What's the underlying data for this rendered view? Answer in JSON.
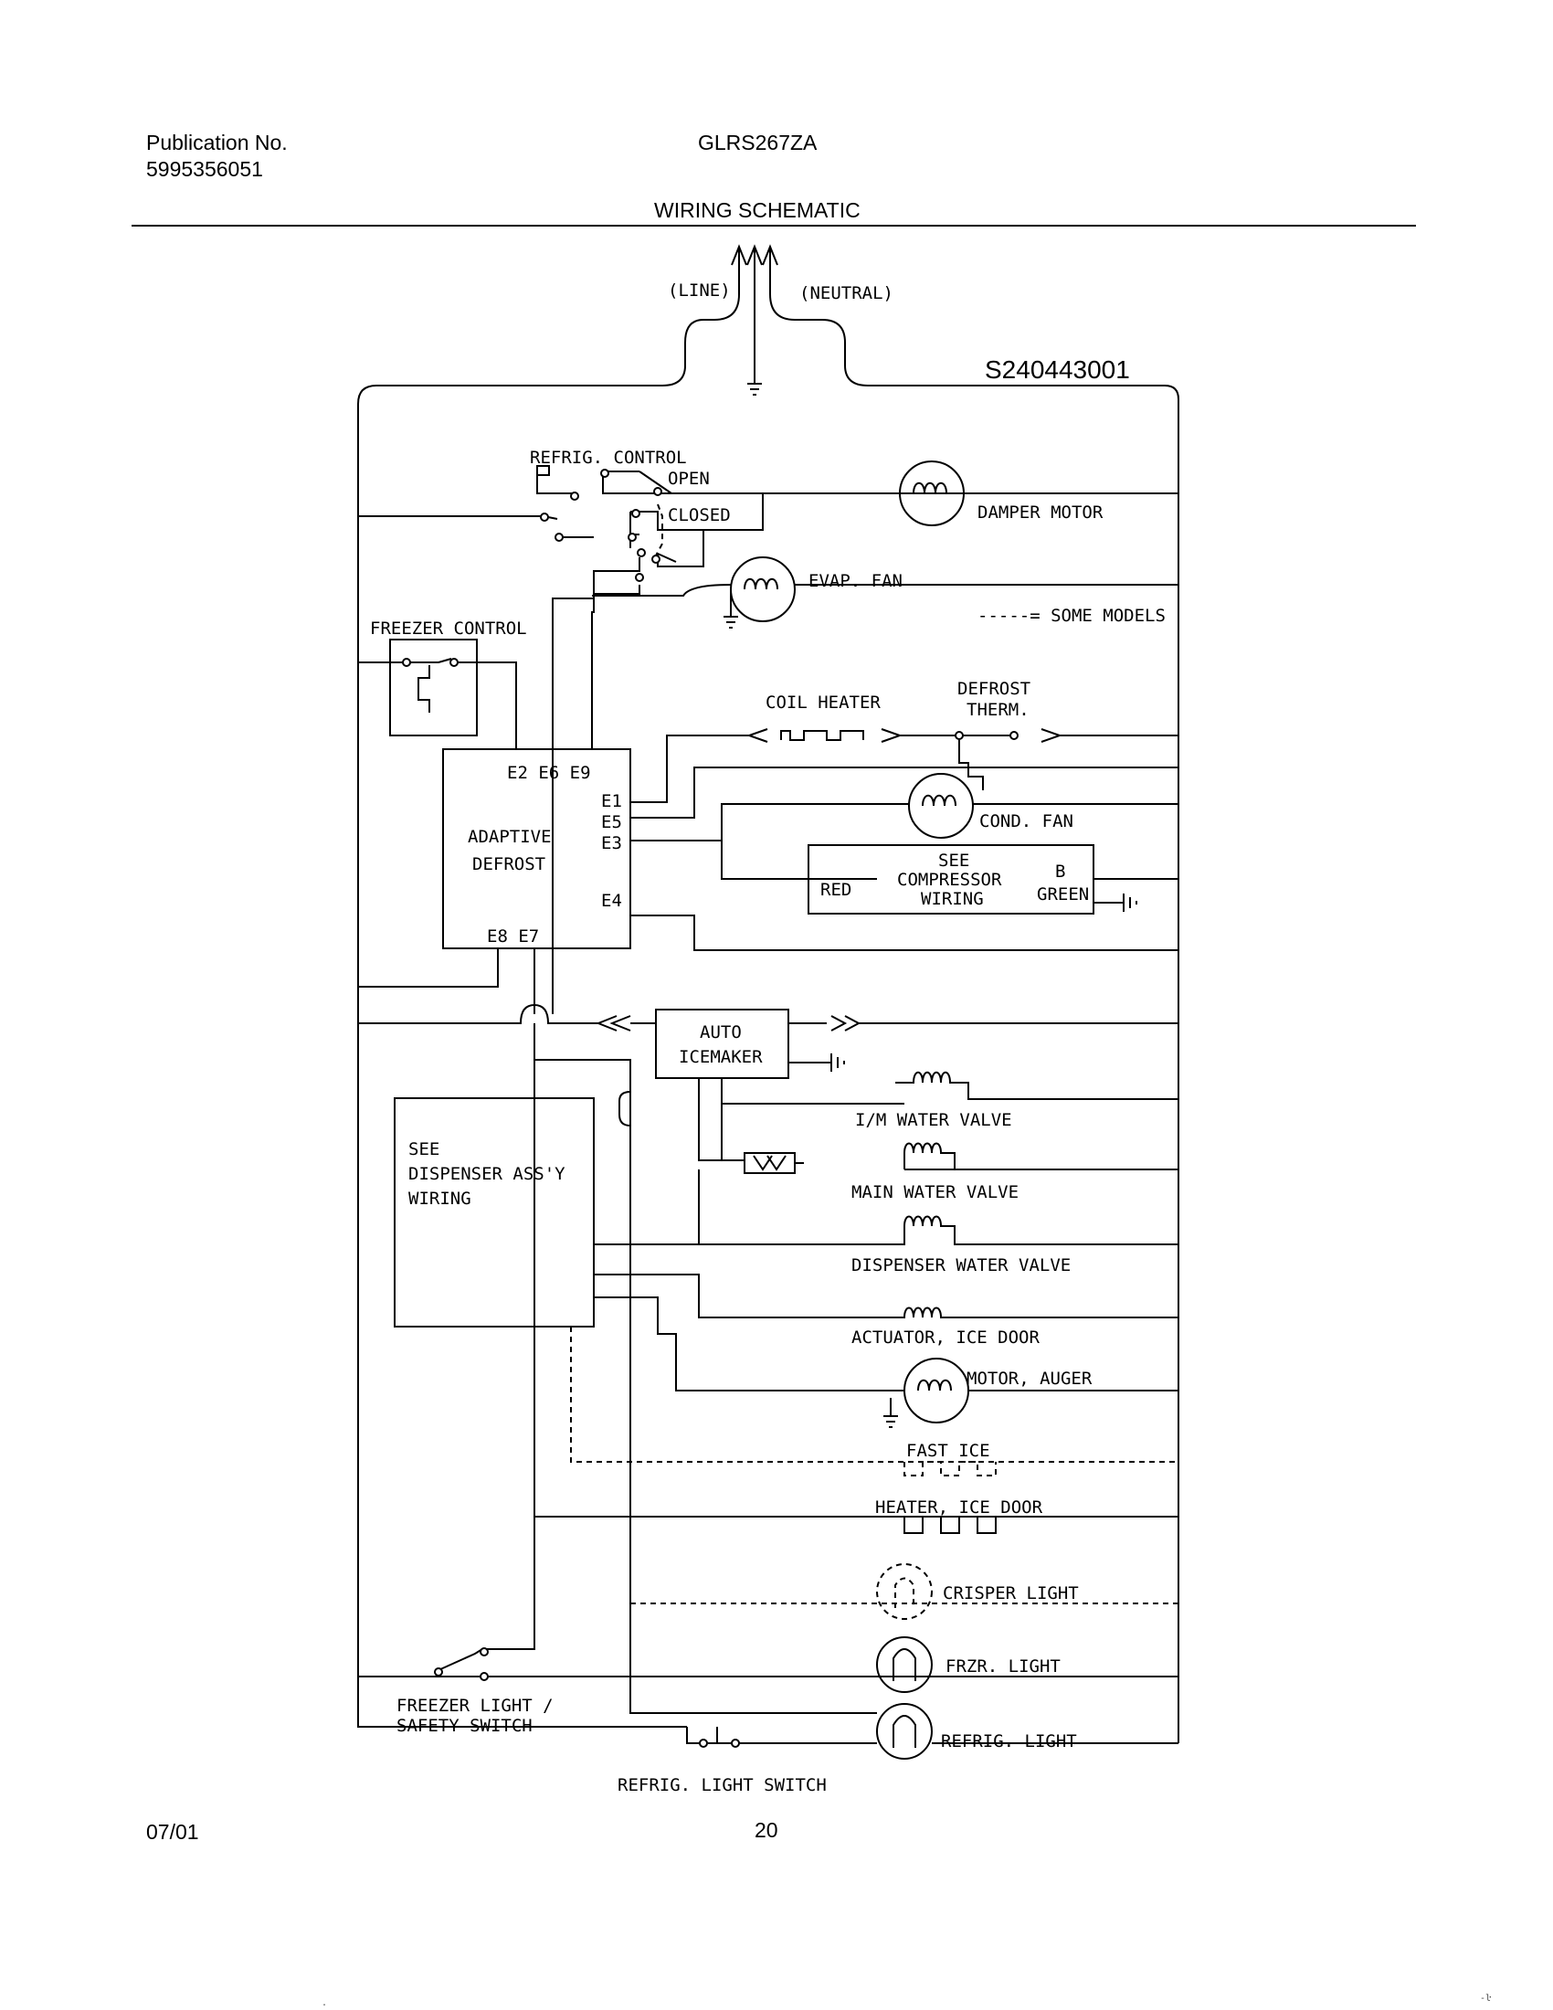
{
  "header": {
    "publication_label": "Publication No.",
    "publication_number": "5995356051",
    "model": "GLRS267ZA",
    "title": "WIRING SCHEMATIC"
  },
  "footer": {
    "date": "07/01",
    "page": "20"
  },
  "schematic": {
    "drawing_number": "S240443001",
    "line": "(LINE)",
    "neutral": "(NEUTRAL)",
    "refrig_control": "REFRIG. CONTROL",
    "open": "OPEN",
    "closed": "CLOSED",
    "damper_motor": "DAMPER MOTOR",
    "evap_fan": "EVAP. FAN",
    "some_models": "-----= SOME MODELS",
    "freezer_control": "FREEZER CONTROL",
    "coil_heater": "COIL HEATER",
    "defrost_therm_1": "DEFROST",
    "defrost_therm_2": "THERM.",
    "adaptive_defrost_1": "ADAPTIVE",
    "adaptive_defrost_2": "DEFROST",
    "terminals_top": "E2 E6 E9",
    "terminals_bottom": "E8 E7",
    "e1": "E1",
    "e5": "E5",
    "e3": "E3",
    "e4": "E4",
    "cond_fan": "COND. FAN",
    "see_compressor_1": "SEE",
    "see_compressor_2": "COMPRESSOR",
    "see_compressor_3": "WIRING",
    "red": "RED",
    "b": "B",
    "green": "GREEN",
    "auto_icemaker_1": "AUTO",
    "auto_icemaker_2": "ICEMAKER",
    "im_water_valve": "I/M WATER VALVE",
    "main_water_valve": "MAIN WATER VALVE",
    "dispenser_water_valve": "DISPENSER WATER VALVE",
    "actuator_ice_door": "ACTUATOR, ICE DOOR",
    "motor_auger": "MOTOR, AUGER",
    "fast_ice": "FAST ICE",
    "heater_ice_door": "HEATER, ICE DOOR",
    "crisper_light": "CRISPER LIGHT",
    "frzr_light": "FRZR. LIGHT",
    "refrig_light": "REFRIG. LIGHT",
    "see_dispenser_1": "SEE",
    "see_dispenser_2": "DISPENSER ASS'Y",
    "see_dispenser_3": "WIRING",
    "freezer_light_switch_1": "FREEZER LIGHT /",
    "freezer_light_switch_2": "SAFETY SWITCH",
    "refrig_light_switch": "REFRIG. LIGHT SWITCH"
  }
}
